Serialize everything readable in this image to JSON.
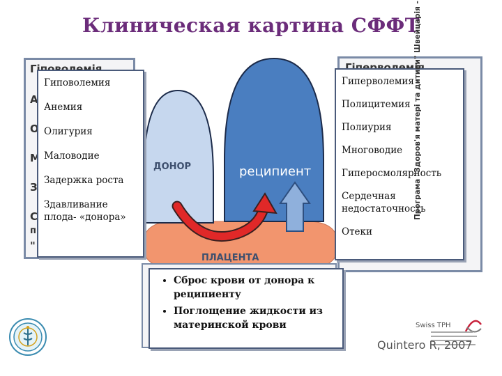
{
  "title": "Клиническая картина СФФТ",
  "diagram": {
    "donor_label": "ДОНОР",
    "recipient_label": "реципиент",
    "placenta_label": "ПЛАЦЕНТА",
    "colors": {
      "donor_fill": "#c6d7ee",
      "recipient_fill": "#4a7ec0",
      "placenta_fill": "#f2956e",
      "arrow_red": "#e02828",
      "arrow_blue": "#8fb0dc"
    }
  },
  "left_back": {
    "lines": [
      "Гіповолемія",
      "А",
      "О",
      "М",
      "З",
      "С",
      "п",
      "\""
    ]
  },
  "right_back": {
    "lines": [
      "Гіперволемія"
    ]
  },
  "left_card": {
    "lines": [
      "Гиповолемия",
      "Анемия",
      "Олигурия",
      "Маловодие",
      "Задержка роста",
      "Здавливание плода- «донора»"
    ]
  },
  "right_card": {
    "lines": [
      "Гиперволемия",
      "Полицитемия",
      "Полиурия",
      "Многоводие",
      "Гиперосмолярность",
      "Сердечная недостаточность",
      "Отеки"
    ]
  },
  "bottom_box": {
    "items": [
      "Сброс крови от донора к реципиенту",
      "Поглощение жидкости из материнской крови"
    ]
  },
  "side_text": "Програма \"Здоров'я матері та дитини\" Швейцарія - Україна",
  "swiss_logo": "Swiss TPH",
  "credit": "Quintero R, 2007"
}
